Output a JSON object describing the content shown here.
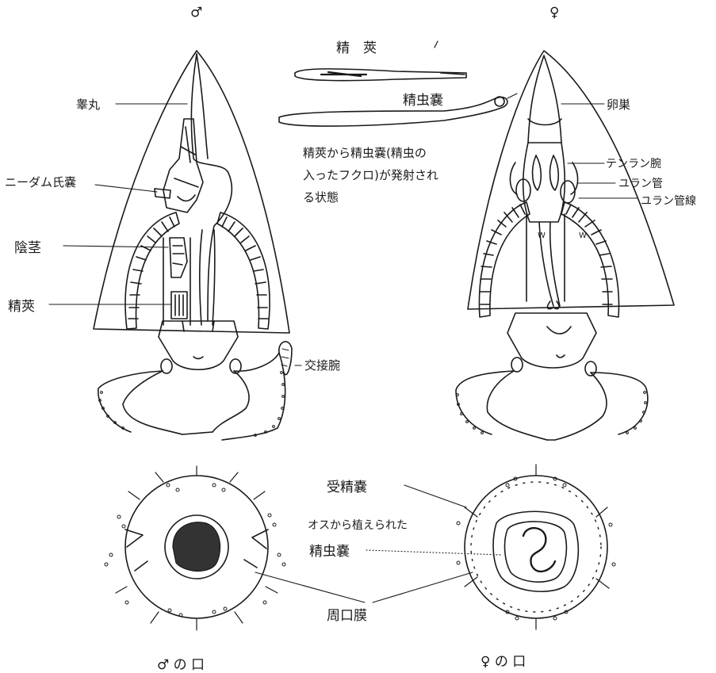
{
  "colors": {
    "ink": "#1a1a1a",
    "paper": "#ffffff"
  },
  "symbols": {
    "male": "♂",
    "female": "♀"
  },
  "labels": {
    "spermatophore_title": "精　莢",
    "sperm_sac": "精虫嚢",
    "caption": [
      "精莢から精虫嚢(精虫の",
      "入ったフクロ)が発射され",
      "る状態"
    ],
    "testis": "睾丸",
    "needham_sac": "ニーダム氏嚢",
    "penis": "陰茎",
    "spermatophore": "精莢",
    "hectocotylus": "交接腕",
    "ovary": "卵巣",
    "tentacle_arm": "テンラン腕",
    "oviduct": "ユラン管",
    "oviduct_gland": "ユラン管線",
    "seminal_receptacle": "受精嚢",
    "implanted_from_male": "オスから植えられた",
    "implanted_sperm_sac": "精虫嚢",
    "buccal_membrane": "周口膜",
    "male_mouth": "♂ の 口",
    "female_mouth": "♀ の 口"
  }
}
